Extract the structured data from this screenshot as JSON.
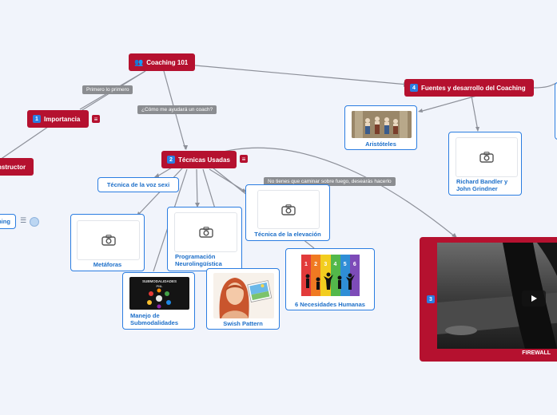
{
  "root": {
    "emoji": "👥",
    "label": "Coaching 101"
  },
  "topics": {
    "importancia": {
      "number": "1",
      "label": "Importancia"
    },
    "tecnicas": {
      "number": "2",
      "label": "Técnicas Usadas"
    },
    "video": {
      "number": "3",
      "caption": "FIREWALL"
    },
    "fuentes": {
      "number": "4",
      "label": "Fuentes y desarrollo del Coaching"
    },
    "instructor": {
      "label": "nstructor"
    },
    "coaching_partial": {
      "label": "hing"
    }
  },
  "link_labels": {
    "primero": "Primero lo primero",
    "como_ayuda": "¿Cómo me ayudará un coach?",
    "fuego": "No tienes que caminar sobre fuego, desearás hacerlo"
  },
  "subtopics": {
    "voz_sexi": "Técnica de la voz sexi",
    "metaforas": "Metáforas",
    "pnl_line1": "Programación",
    "pnl_line2": "Neurolingüística",
    "elevacion": "Técnica de la elevación",
    "submod_line1": "Manejo de",
    "submod_line2": "Submodalidades",
    "submod_thumb_title": "SUBMODALIDADES",
    "submod_thumb_sub": "PNL",
    "swish": "Swish Pattern",
    "necesidades": "6 Necesidades Humanas",
    "aristoteles": "Aristóteles",
    "bandler_line1": "Richard Bandler y",
    "bandler_line2": "John Grindner"
  },
  "needs_numbers": [
    "1",
    "2",
    "3",
    "4",
    "5",
    "6"
  ],
  "icons": [
    "camera-icon",
    "note-icon",
    "play-icon",
    "list-icon"
  ],
  "colors": {
    "topic": "#b5112f",
    "subtopic_border": "#2b7de1",
    "subtopic_text": "#1d6fc9",
    "link": "#8d9099",
    "label_grey": "#8b8d91",
    "background": "#f1f4fb"
  }
}
